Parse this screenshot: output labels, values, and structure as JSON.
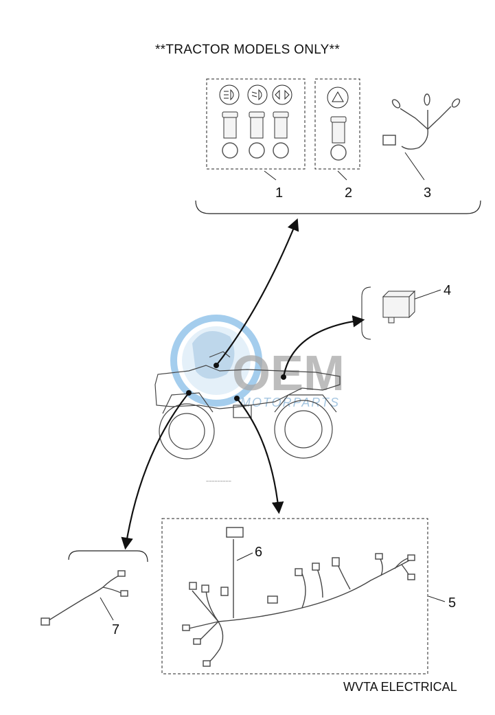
{
  "header": {
    "note": "**TRACTOR MODELS ONLY**"
  },
  "footer": {
    "title": "WVTA ELECTRICAL"
  },
  "callouts": [
    "1",
    "2",
    "3",
    "4",
    "5",
    "6",
    "7"
  ],
  "watermark": {
    "logo_text": "OEM",
    "sub_text": "MOTORPARTS"
  },
  "colors": {
    "line": "#111111",
    "watermark_blue": "#2a8fd6",
    "watermark_gray": "#9a9a9a"
  },
  "icons": [
    "headlight-icon",
    "low-beam-icon",
    "turn-signal-icon",
    "hazard-icon"
  ]
}
